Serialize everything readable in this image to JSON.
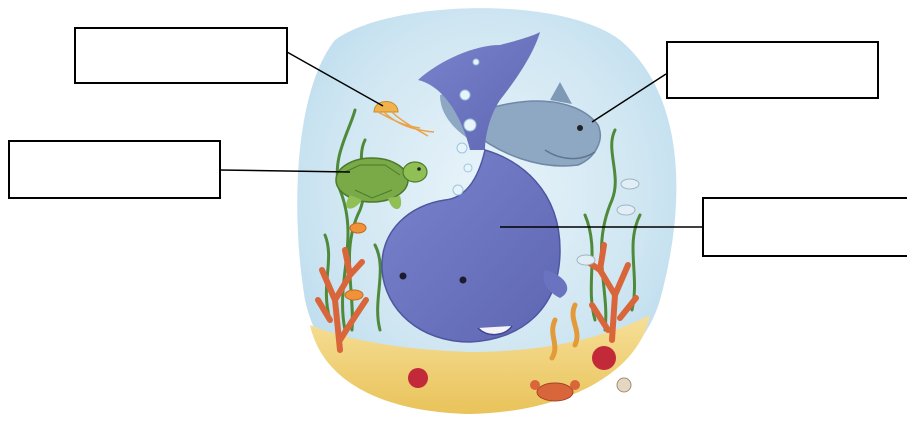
{
  "worksheet": {
    "labels": [
      {
        "id": "jellyfish",
        "text": ""
      },
      {
        "id": "shark",
        "text": ""
      },
      {
        "id": "turtle",
        "text": ""
      },
      {
        "id": "whale",
        "text": ""
      }
    ]
  },
  "colors": {
    "water": "#cfe7f3",
    "sand": "#f1d27a",
    "whale": "#6f78c2",
    "shark": "#8ea7c2",
    "turtle": "#7aa947",
    "coral": "#d9653a",
    "seaweed": "#4f8a3a",
    "jellyfish": "#f0b24a",
    "line": "#000000"
  }
}
